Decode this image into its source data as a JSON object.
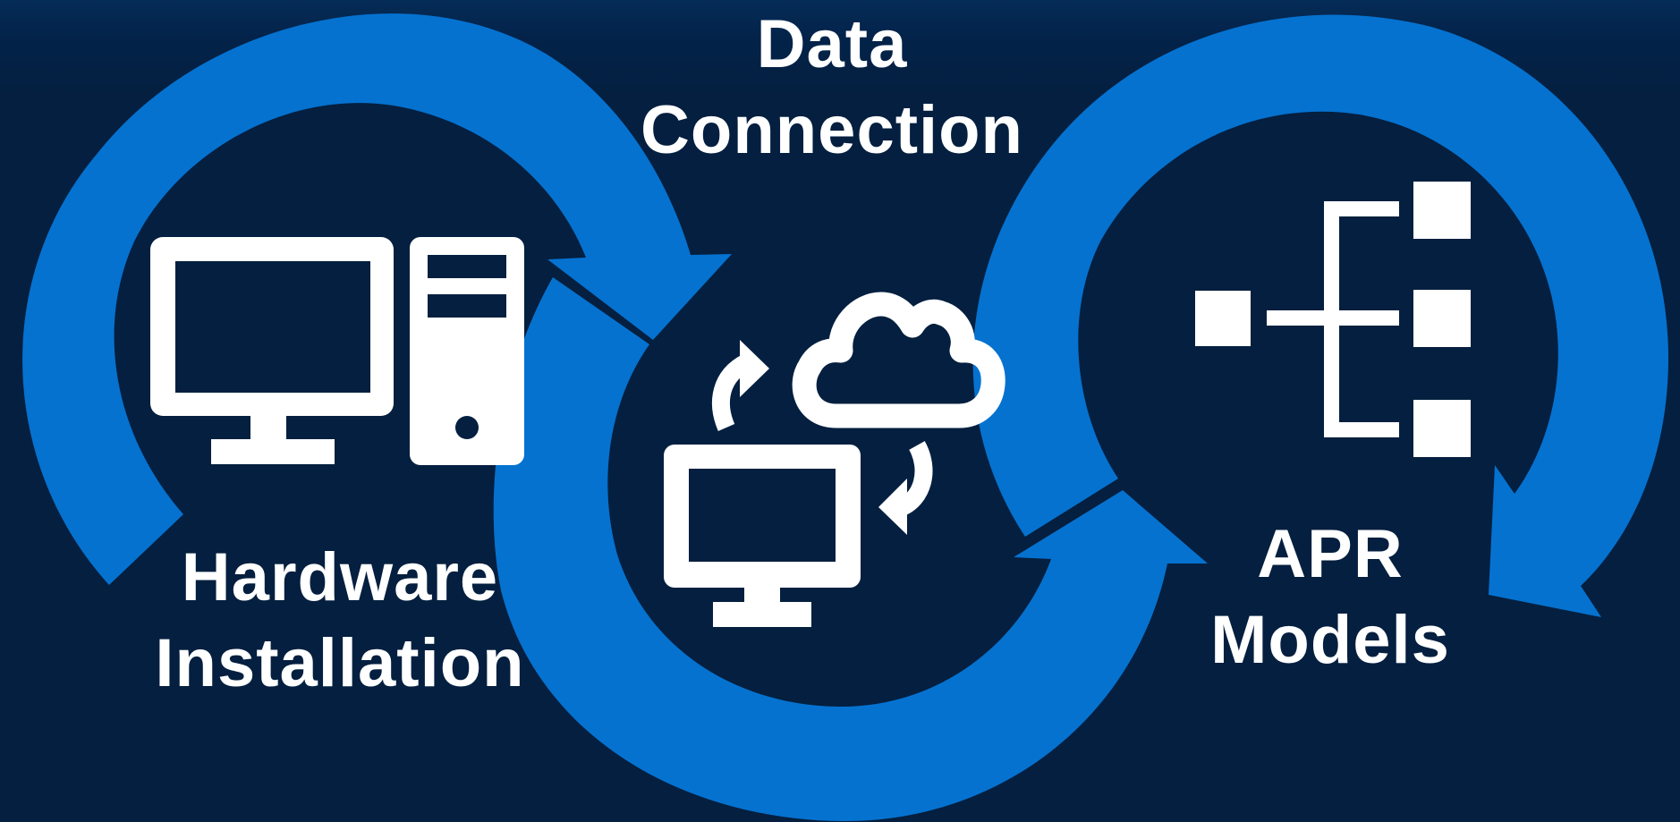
{
  "colors": {
    "background": "#041f3f",
    "arrow": "#0572d0",
    "icon": "#ffffff"
  },
  "stages": [
    {
      "id": "hardware",
      "line1": "Hardware",
      "line2": "Installation",
      "icon": "desktop-computer-tower-icon"
    },
    {
      "id": "data",
      "line1": "Data",
      "line2": "Connection",
      "icon": "cloud-sync-computer-icon"
    },
    {
      "id": "apr",
      "line1": "APR",
      "line2": "Models",
      "icon": "hierarchy-tree-icon"
    }
  ]
}
